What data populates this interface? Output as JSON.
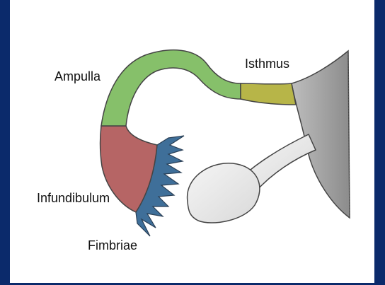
{
  "labels": {
    "ampulla": "Ampulla",
    "isthmus": "Isthmus",
    "infundibulum": "Infundibulum",
    "fimbriae": "Fimbriae"
  },
  "colors": {
    "frame": "#0b2a6b",
    "panel": "#ffffff",
    "ampulla": "#86c06a",
    "isthmus": "#b7b548",
    "infundibulum": "#b66565",
    "fimbriae": "#3f6f99",
    "uterus": "#a9a9a9",
    "ovary": "#ececec"
  }
}
